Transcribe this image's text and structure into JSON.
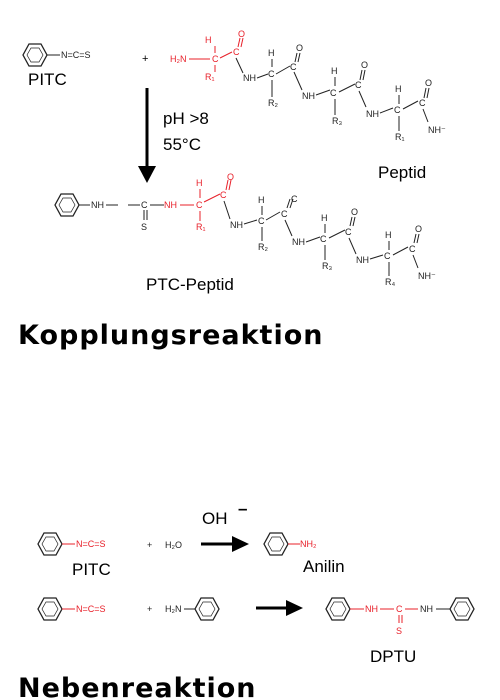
{
  "labels": {
    "pitc_top": "PITC",
    "plus": "+",
    "ph": "pH >8",
    "temp": "55°C",
    "peptid": "Peptid",
    "ptc_peptid": "PTC-Peptid",
    "kopplung": "Kopplungsreaktion",
    "oh": "OH",
    "oh_sup": "–",
    "pitc_side": "PITC",
    "anilin": "Anilin",
    "dptu": "DPTU",
    "neben": "Nebenreaktion"
  },
  "atoms": {
    "ncs": "N=C=S",
    "h2n": "H₂N",
    "h": "H",
    "c": "C",
    "o": "O",
    "nh": "NH",
    "nhminus": "NH⁻",
    "s": "S",
    "h2o": "H₂O",
    "nh2": "NH₂",
    "r1": "R₁",
    "r2": "R₂",
    "r3": "R₃",
    "r4": "R₄"
  },
  "colors": {
    "highlight": "#e8202a",
    "text": "#000000",
    "bond": "#222222"
  }
}
